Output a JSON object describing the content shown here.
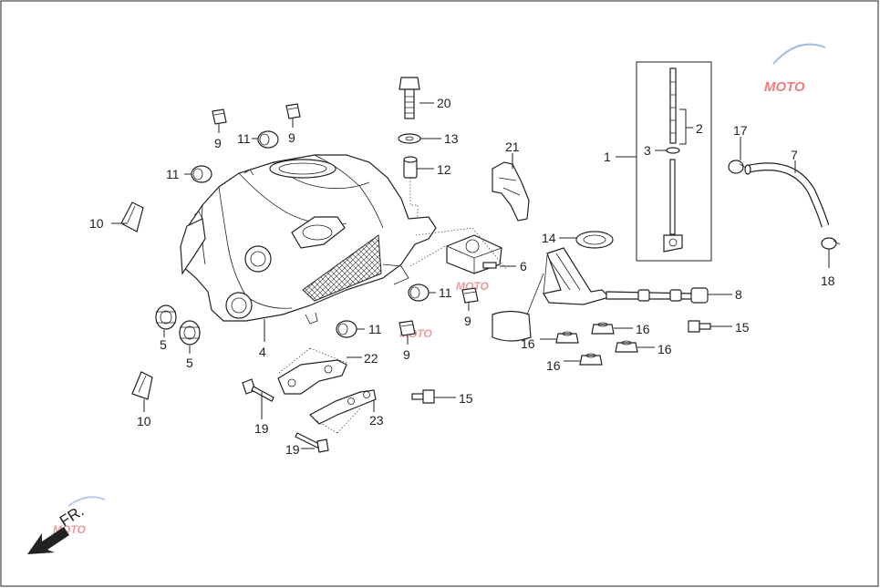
{
  "diagram": {
    "labels": {
      "p1": "1",
      "p2": "2",
      "p3": "3",
      "p4": "4",
      "p5a": "5",
      "p5b": "5",
      "p6": "6",
      "p7": "7",
      "p8": "8",
      "p9a": "9",
      "p9b": "9",
      "p9c": "9",
      "p9d": "9",
      "p10a": "10",
      "p10b": "10",
      "p11a": "11",
      "p11b": "11",
      "p11c": "11",
      "p11d": "11",
      "p12": "12",
      "p13": "13",
      "p14": "14",
      "p15a": "15",
      "p15b": "15",
      "p16a": "16",
      "p16b": "16",
      "p16c": "16",
      "p16d": "16",
      "p17": "17",
      "p18": "18",
      "p19a": "19",
      "p19b": "19",
      "p20": "20",
      "p21": "21",
      "p22": "22",
      "p23": "23"
    },
    "direction_label": "FR.",
    "watermark": "MOTO"
  },
  "colors": {
    "line": "#222222",
    "background": "#ffffff",
    "watermark": "#e04848"
  }
}
